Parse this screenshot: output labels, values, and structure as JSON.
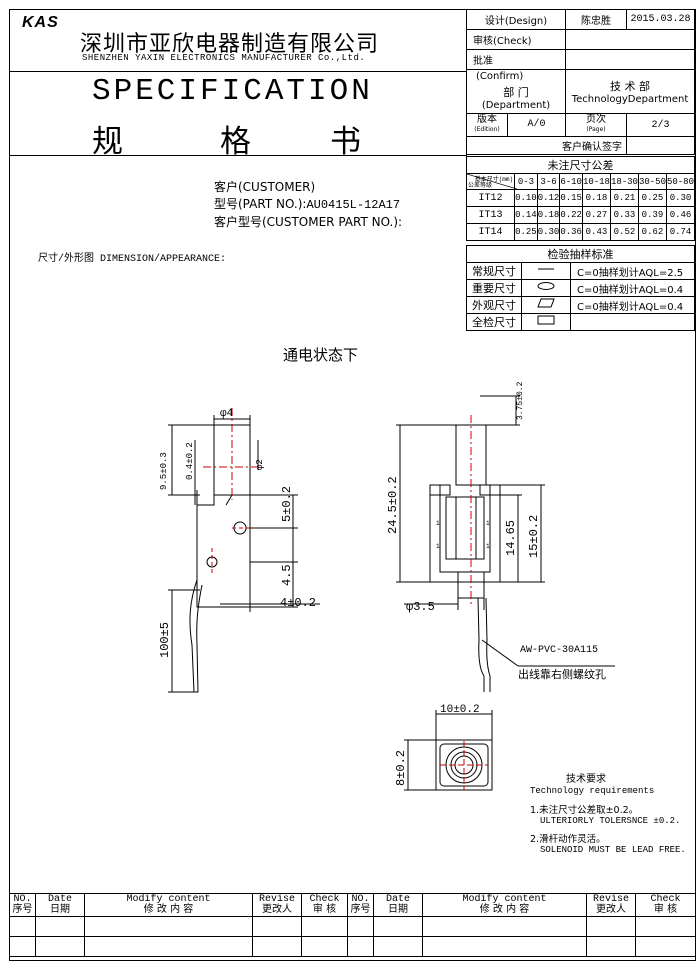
{
  "company": {
    "logo": "KAS",
    "name_cn": "深圳市亚欣电器制造有限公司",
    "name_en": "SHENZHEN YAXIN ELECTRONICS MANUFACTURER Co.,Ltd."
  },
  "title": {
    "en": "SPECIFICATION",
    "cn": [
      "规",
      "格",
      "书"
    ]
  },
  "approval": {
    "design_label": "设计(Design)",
    "designer": "陈忠胜",
    "date": "2015.03.28",
    "check_label": "审核(Check)",
    "approve_label": "批准",
    "confirm_label": "(Confirm)",
    "dept_cn": "部 门",
    "dept_en": "(Department)",
    "tech_cn": "技   术   部",
    "tech_en": "TechnologyDepartment",
    "edition_cn": "版本",
    "edition_en": "(Edition)",
    "edition": "A/0",
    "page_cn": "页次",
    "page_en": "(Page)",
    "page": "2/3",
    "customer_sign": "客户确认签字"
  },
  "tolerance": {
    "title": "未注尺寸公差",
    "corner_top": "基本尺寸(mm)",
    "corner_bottom": "公差等级",
    "ranges": [
      "0-3",
      "3-6",
      "6-10",
      "10-18",
      "18-30",
      "30-50",
      "50-80"
    ],
    "rows": [
      {
        "grade": "IT12",
        "values": [
          "0.10",
          "0.12",
          "0.15",
          "0.18",
          "0.21",
          "0.25",
          "0.30"
        ]
      },
      {
        "grade": "IT13",
        "values": [
          "0.14",
          "0.18",
          "0.22",
          "0.27",
          "0.33",
          "0.39",
          "0.46"
        ]
      },
      {
        "grade": "IT14",
        "values": [
          "0.25",
          "0.30",
          "0.36",
          "0.43",
          "0.52",
          "0.62",
          "0.74"
        ]
      }
    ]
  },
  "inspection": {
    "title": "检验抽样标准",
    "rows": [
      {
        "label": "常规尺寸",
        "symbol": "line",
        "standard": "C=0抽样划计AQL=2.5"
      },
      {
        "label": "重要尺寸",
        "symbol": "ellipse",
        "standard": "C=0抽样划计AQL=0.4"
      },
      {
        "label": "外观尺寸",
        "symbol": "parallelogram",
        "standard": "C=0抽样划计AQL=0.4"
      },
      {
        "label": "全检尺寸",
        "symbol": "rectangle",
        "standard": ""
      }
    ]
  },
  "customer": {
    "customer_label": "客户(CUSTOMER)",
    "part_label": "型号(PART NO.):",
    "part_no": "AU0415L-12A17",
    "customer_part_label": "客户型号(CUSTOMER PART NO.):"
  },
  "dimension_label": "尺寸/外形图 DIMENSION/APPEARANCE:",
  "drawing": {
    "state": "通电状态下",
    "dims": {
      "phi4": "φ4",
      "d95": "9.5±0.3",
      "d04": "0.4±0.2",
      "phi2": "φ2",
      "d5": "5±0.2",
      "d45": "4.5",
      "d4": "4±0.2",
      "d100": "100±5",
      "d375": "3.75±0.2",
      "d245": "24.5±0.2",
      "d1465": "14.65",
      "d15": "15±0.2",
      "phi35": "φ3.5",
      "d10": "10±0.2",
      "d8": "8±0.2"
    },
    "wire": "AW-PVC-30A115",
    "wire_note": "出线靠右侧螺纹孔"
  },
  "requirements": {
    "title_cn": "技术要求",
    "title_en": "Technology requirements",
    "items": [
      {
        "cn": "1.未注尺寸公差取±0.2。",
        "en": "ULTERIORLY TOLERSNCE ±0.2."
      },
      {
        "cn": "2.滑杆动作灵活。",
        "en": "SOLENOID MUST BE LEAD FREE."
      }
    ]
  },
  "revision_table": {
    "headers": [
      {
        "en": "NO.",
        "cn": "序号"
      },
      {
        "en": "Date",
        "cn": "日期"
      },
      {
        "en": "Modify content",
        "cn": "修 改 内 容"
      },
      {
        "en": "Revise",
        "cn": "更改人"
      },
      {
        "en": "Check",
        "cn": "审 核"
      },
      {
        "en": "NO.",
        "cn": "序号"
      },
      {
        "en": "Date",
        "cn": "日期"
      },
      {
        "en": "Modify content",
        "cn": "修 改 内 容"
      },
      {
        "en": "Revise",
        "cn": "更改人"
      },
      {
        "en": "Check",
        "cn": "审 核"
      }
    ]
  }
}
